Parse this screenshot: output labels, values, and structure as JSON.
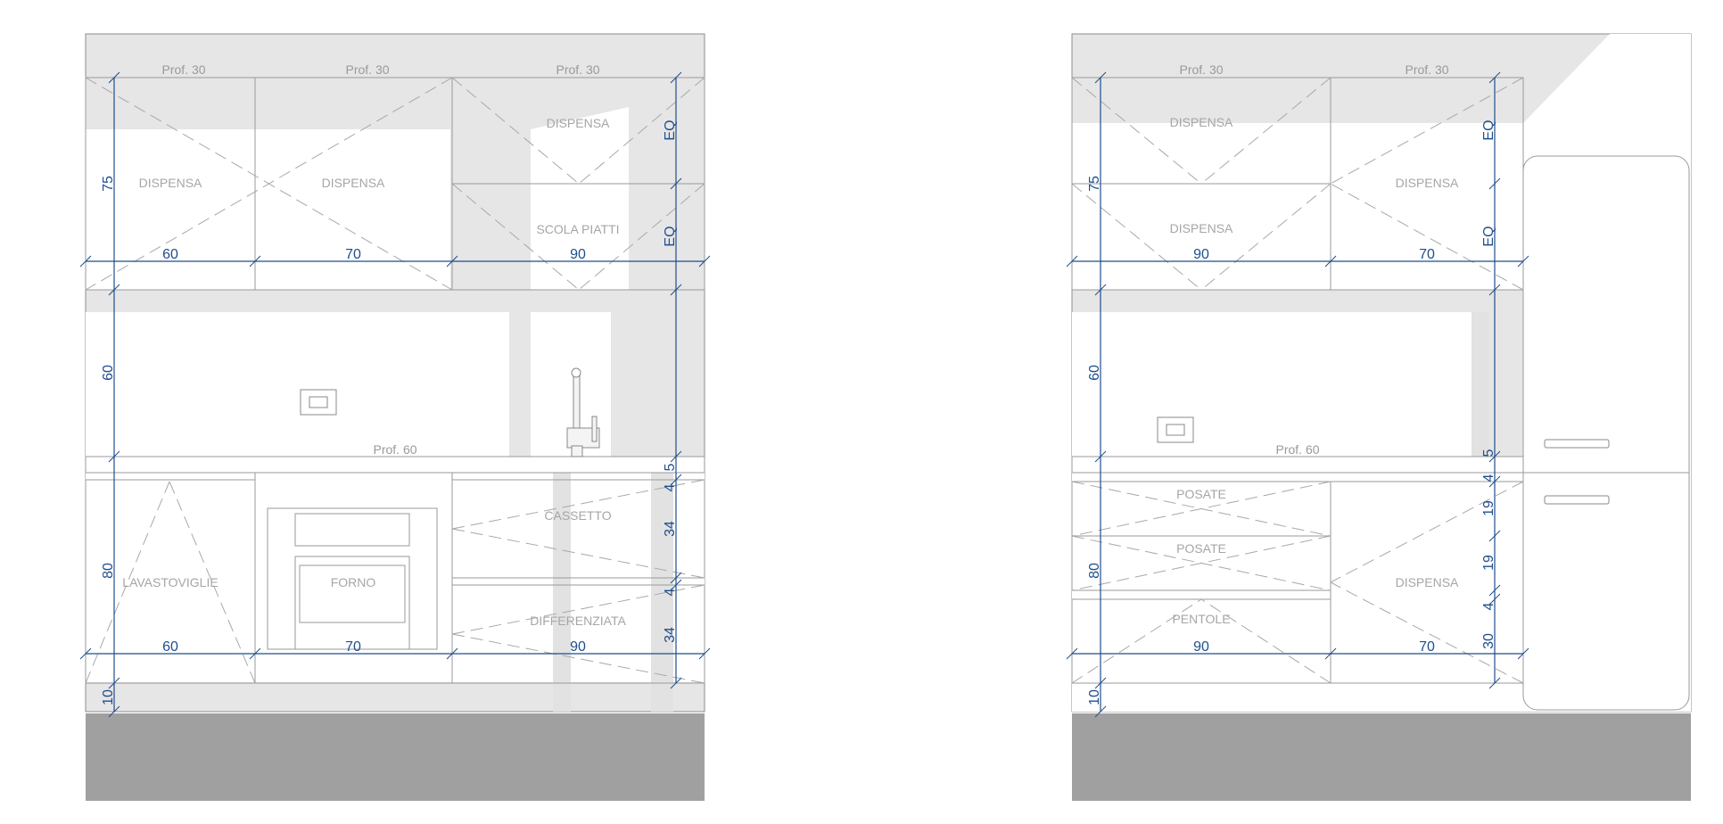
{
  "left": {
    "depth_wall_labels": [
      "Prof. 30",
      "Prof. 30",
      "Prof. 30"
    ],
    "depth_counter_label": "Prof. 60",
    "wall_units": [
      "DISPENSA",
      "DISPENSA",
      "DISPENSA",
      "SCOLA PIATTI"
    ],
    "base_units": [
      "LAVASTOVIGLIE",
      "FORNO",
      "CASSETTO",
      "DIFFERENZIATA"
    ],
    "widths": [
      "60",
      "70",
      "90"
    ],
    "vert_dims": [
      "75",
      "60",
      "80",
      "10"
    ],
    "right_dims_wall": [
      "EQ",
      "EQ"
    ],
    "right_dims_base": [
      "5",
      "4",
      "34",
      "4",
      "34"
    ]
  },
  "right": {
    "depth_wall_labels": [
      "Prof. 30",
      "Prof. 30"
    ],
    "depth_counter_label": "Prof. 60",
    "wall_units": [
      "DISPENSA",
      "DISPENSA",
      "DISPENSA"
    ],
    "base_units": [
      "POSATE",
      "POSATE",
      "PENTOLE",
      "DISPENSA"
    ],
    "widths": [
      "90",
      "70"
    ],
    "vert_dims": [
      "75",
      "60",
      "80",
      "10"
    ],
    "right_dims_wall": [
      "EQ",
      "EQ"
    ],
    "right_dims_base": [
      "5",
      "4",
      "19",
      "19",
      "4",
      "30"
    ]
  }
}
